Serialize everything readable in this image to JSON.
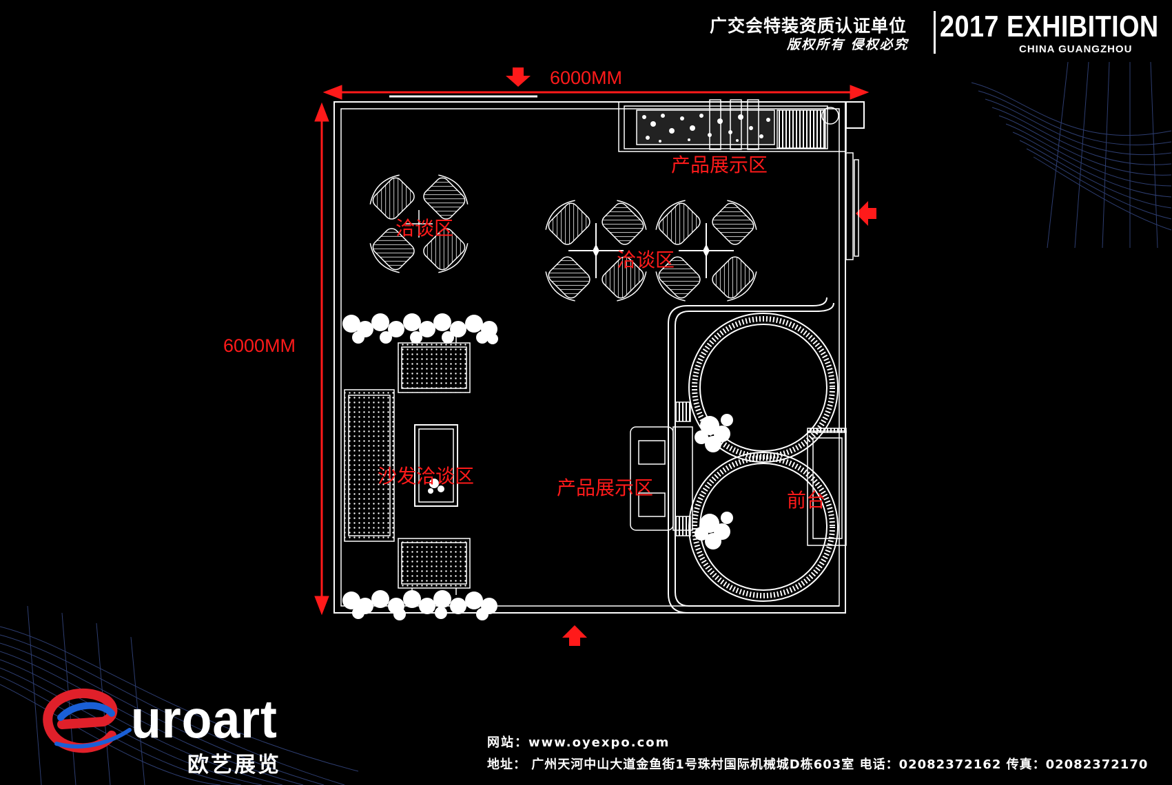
{
  "header": {
    "cert_text": "广交会特装资质认证单位",
    "copyright_text": "版权所有 侵权必究",
    "exhibition_title": "2017 EXHIBITION",
    "city": "CHINA GUANGZHOU"
  },
  "dimensions": {
    "width_label": "6000MM",
    "depth_label": "6000MM"
  },
  "zones": {
    "product_display_top": "产品展示区",
    "negotiation_left": "洽谈区",
    "negotiation_center": "洽谈区",
    "sofa_negotiation": "沙发洽谈区",
    "product_display_center": "产品展示区",
    "front_desk": "前台"
  },
  "logo": {
    "text": "uroart",
    "cn_text": "欧艺展览"
  },
  "footer": {
    "website_line": "网站：www.oyexpo.com",
    "address_line": "地址： 广州天河中山大道金鱼街1号珠村国际机械城D栋603室 电话：02082372162  传真：02082372170"
  },
  "colors": {
    "background": "#000000",
    "line": "#ffffff",
    "annotation": "#ff1a1a",
    "logo_blue": "#1a5fd6",
    "logo_red": "#e0202a",
    "wave": "#3a4a8a"
  }
}
